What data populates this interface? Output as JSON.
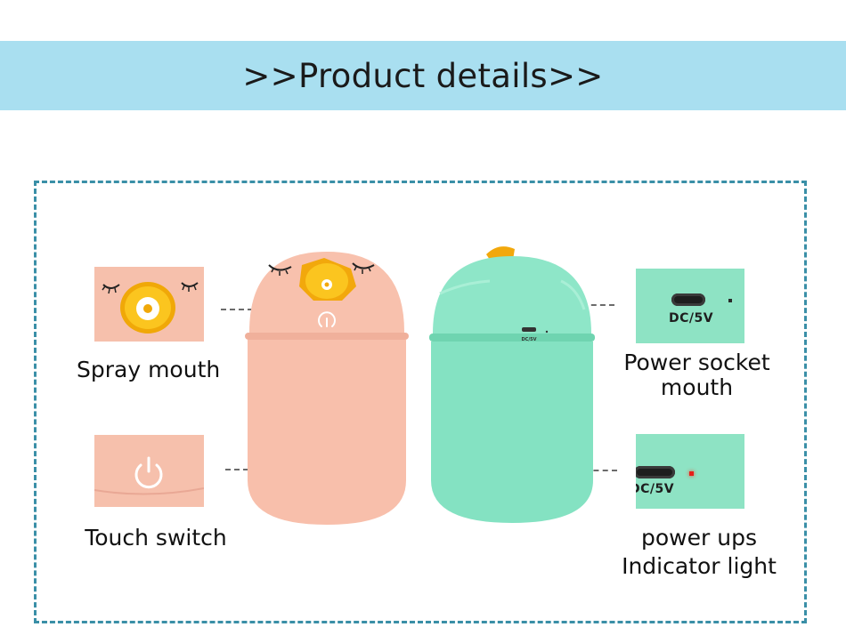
{
  "banner": {
    "title": ">>Product details>>"
  },
  "labels": {
    "spray_mouth": "Spray mouth",
    "touch_switch": "Touch switch",
    "power_socket": [
      "Power socket",
      "mouth"
    ],
    "indicator": [
      "power ups",
      "Indicator light"
    ]
  },
  "socket_text": {
    "large": "DC/5V",
    "small": "DC/5V"
  },
  "colors": {
    "banner": "#a9dff0",
    "frame_border": "#3a8fa7",
    "pink_body": "#f8bfab",
    "green_body": "#86e4c3",
    "beak": "#f4b116",
    "indicator_led": "#e5201a"
  }
}
